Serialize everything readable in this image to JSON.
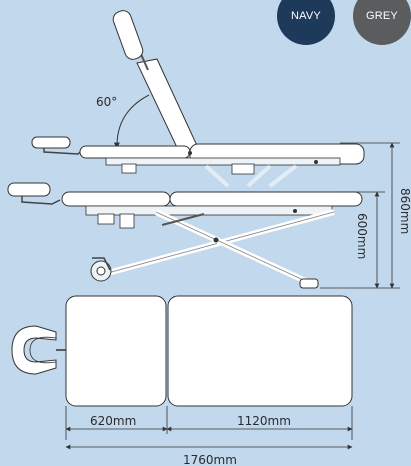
{
  "swatches": {
    "navy": {
      "label": "NAVY",
      "color": "#1e3a5a"
    },
    "grey": {
      "label": "GREY",
      "color": "#5a5c5e"
    }
  },
  "labels": {
    "angle": "60°",
    "total_height": "860mm",
    "min_height": "600mm",
    "head_section": "620mm",
    "body_section": "1120mm",
    "total_length": "1760mm"
  },
  "colors": {
    "background": "#c2d8ec",
    "cushion": "#ffffff",
    "outline": "#333333"
  }
}
